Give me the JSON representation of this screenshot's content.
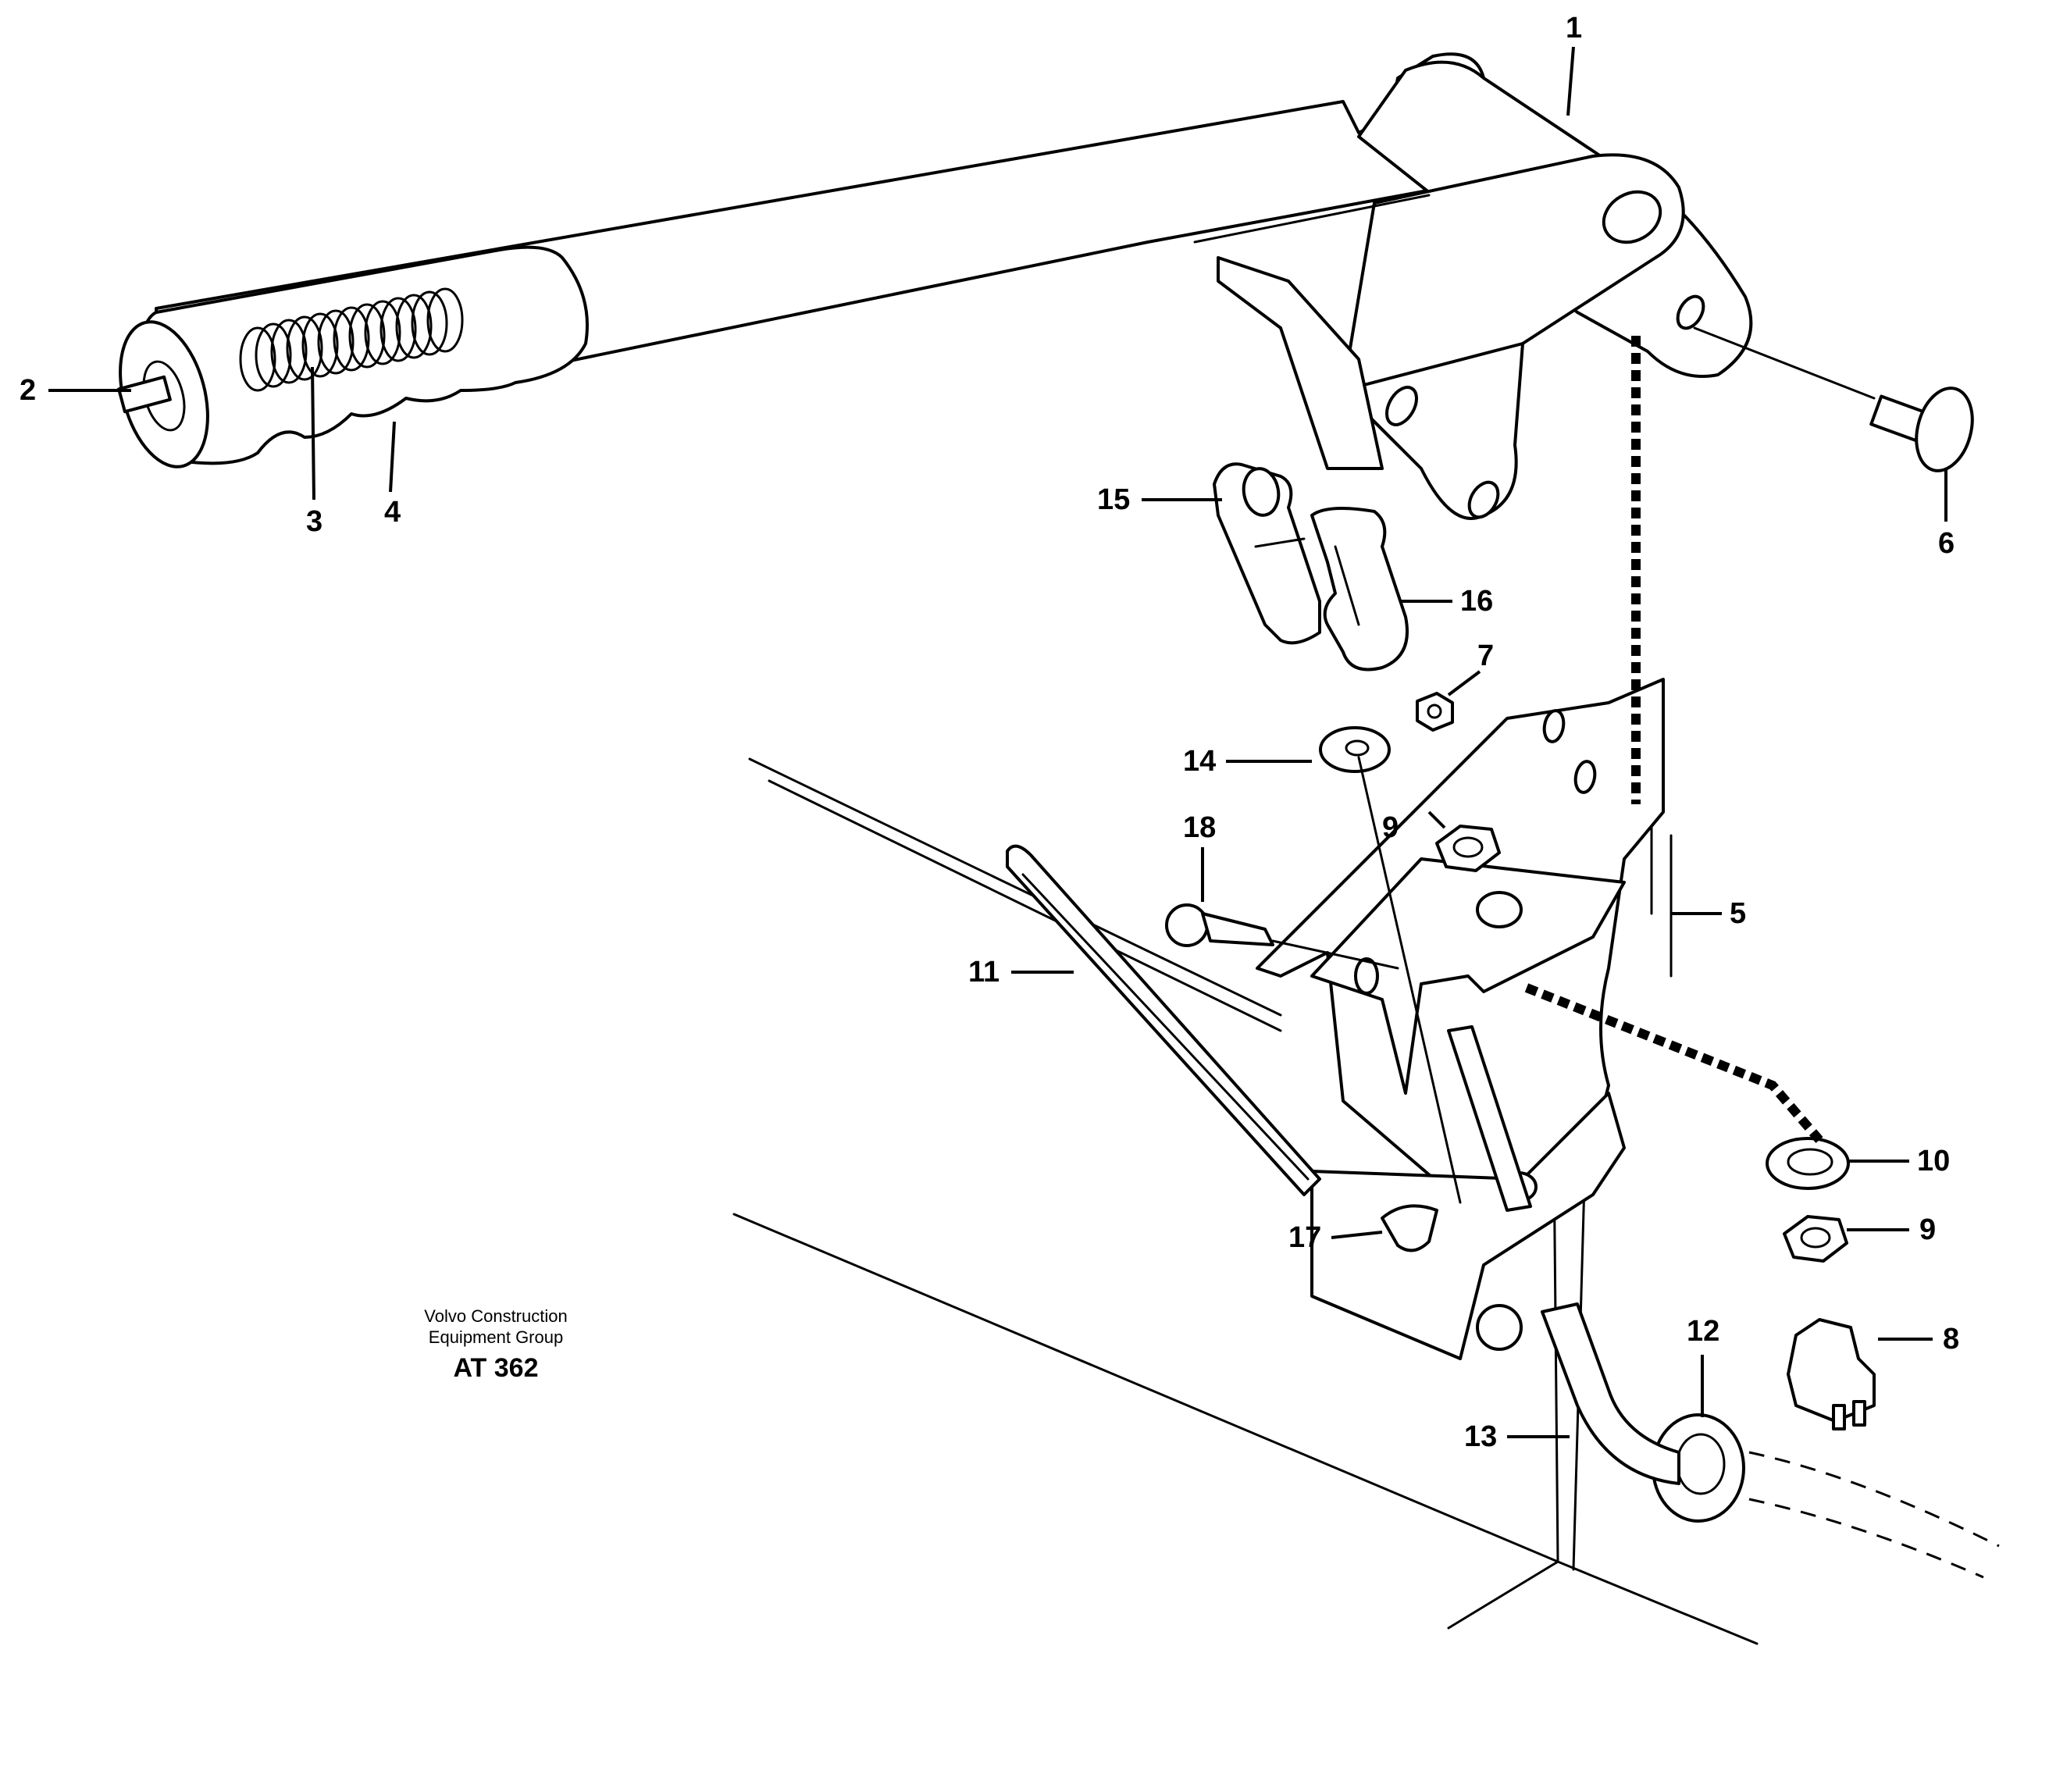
{
  "callouts": [
    {
      "label": "1"
    },
    {
      "label": "2"
    },
    {
      "label": "3"
    },
    {
      "label": "4"
    },
    {
      "label": "15"
    },
    {
      "label": "16"
    },
    {
      "label": "6"
    },
    {
      "label": "7"
    },
    {
      "label": "14"
    },
    {
      "label": "9"
    },
    {
      "label": "18"
    },
    {
      "label": "5"
    },
    {
      "label": "11"
    },
    {
      "label": "10"
    },
    {
      "label": "9"
    },
    {
      "label": "17"
    },
    {
      "label": "12"
    },
    {
      "label": "8"
    },
    {
      "label": "13"
    }
  ],
  "caption": {
    "line1": "Volvo Construction",
    "line2": "Equipment Group",
    "code": "AT 362"
  }
}
